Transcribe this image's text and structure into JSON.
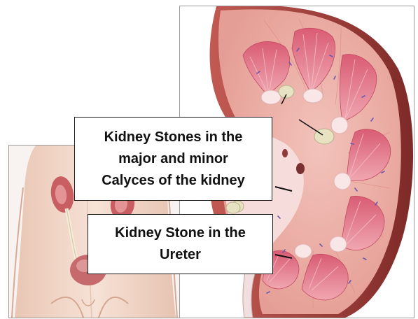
{
  "labels": {
    "calyces": [
      "Kidney Stones in the",
      "major and minor",
      "Calyces of the kidney"
    ],
    "ureter": [
      "Kidney Stone in the",
      "Ureter"
    ]
  },
  "colors": {
    "cortex": "#e9aba2",
    "medulla_pyramid": "#e06f82",
    "capsule": "#9c3a36",
    "calyx": "#f6dede",
    "stone": "#e3dfbd",
    "skin": "#f1d8c9",
    "vessel": "#6a57b0"
  },
  "icons": [
    "kidney-cross-section-illustration",
    "human-torso-urinary-tract-illustration"
  ]
}
